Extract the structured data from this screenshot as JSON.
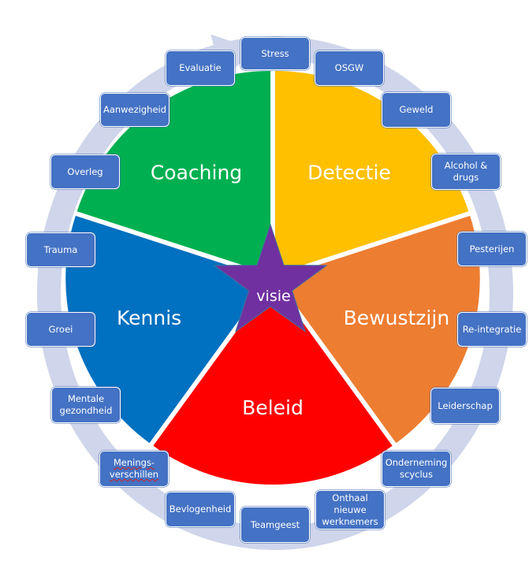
{
  "center": {
    "label": "visie",
    "color": "#7030A0"
  },
  "ring_color": "#CFD5EA",
  "box_color": "#4472C4",
  "segments": [
    {
      "label": "Coaching",
      "color": "#00B050"
    },
    {
      "label": "Detectie",
      "color": "#FFC000"
    },
    {
      "label": "Bewustzijn",
      "color": "#ED7D31"
    },
    {
      "label": "Beleid",
      "color": "#FF0000"
    },
    {
      "label": "Kennis",
      "color": "#0070C0"
    }
  ],
  "topics": [
    {
      "label": "Stress"
    },
    {
      "label": "OSGW"
    },
    {
      "label": "Geweld"
    },
    {
      "label": "Alcohol &\ndrugs"
    },
    {
      "label": "Pesterijen"
    },
    {
      "label": "Re-integratie"
    },
    {
      "label": "Leiderschap"
    },
    {
      "label": "Onderneming\nscyclus"
    },
    {
      "label": "Onthaal\nnieuwe\nwerknemers"
    },
    {
      "label": "Teamgeest"
    },
    {
      "label": "Bevlogenheid"
    },
    {
      "label": "Menings-\nverschillen"
    },
    {
      "label": "Mentale\ngezondheid"
    },
    {
      "label": "Groei"
    },
    {
      "label": "Trauma"
    },
    {
      "label": "Overleg"
    },
    {
      "label": "Aanwezigheid"
    },
    {
      "label": "Evaluatie"
    }
  ]
}
